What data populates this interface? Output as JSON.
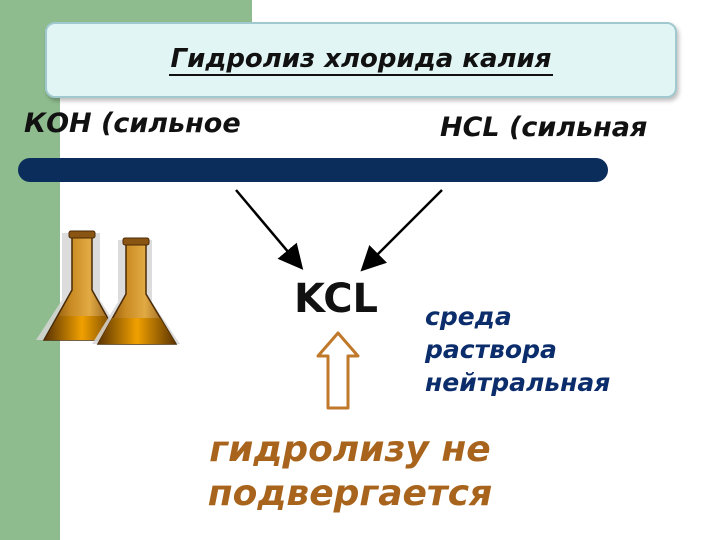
{
  "title": "Гидролиз хлорида калия",
  "base_label": "КОН (сильное",
  "acid_label": "HCL (сильная",
  "product_label": "KCL",
  "medium_lines": [
    "среда",
    "раствора",
    "нейтральная"
  ],
  "result_lines": [
    "гидролизу не",
    "подвергается"
  ],
  "colors": {
    "side_bar": "#8fbc8f",
    "title_box": "#e2f5f5",
    "bar": "#0b2d5c",
    "medium_text": "#0b2d6b",
    "result_text": "#a8641c",
    "up_arrow": "#c0782a"
  },
  "icons": [
    "flask-icon",
    "flask-icon",
    "up-arrow-icon"
  ]
}
